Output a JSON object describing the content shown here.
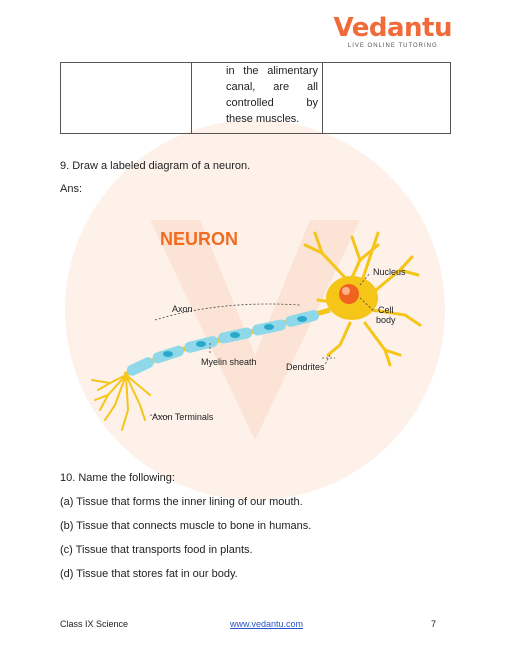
{
  "header": {
    "logo_text": "Vedantu",
    "logo_tagline": "LIVE ONLINE TUTORING"
  },
  "table": {
    "row": [
      "",
      "in the alimentary canal, are all controlled by these muscles.",
      ""
    ]
  },
  "question9": {
    "text": "9. Draw a labeled diagram of a neuron.",
    "answer_label": "Ans:"
  },
  "diagram": {
    "title": "NEURON",
    "labels": {
      "axon": "Axon",
      "nucleus": "Nucleus",
      "cell_body": [
        "Cell",
        "body"
      ],
      "myelin_sheath": "Myelin sheath",
      "dendrites": "Dendrites",
      "axon_terminals": "Axon Terminals"
    },
    "colors": {
      "neuron_yellow": "#f5c518",
      "nucleus_orange": "#f0631f",
      "myelin_blue": "#8fd8ea",
      "title_orange": "#f26b21"
    }
  },
  "question10": {
    "text": "10. Name the following:",
    "items": [
      "(a) Tissue that forms the inner lining of our mouth.",
      "(b) Tissue that connects muscle to bone in humans.",
      "(c) Tissue that transports food in plants.",
      "(d) Tissue that stores fat in our body."
    ]
  },
  "footer": {
    "left": "Class IX Science",
    "link": "www.vedantu.com",
    "page": "7"
  }
}
